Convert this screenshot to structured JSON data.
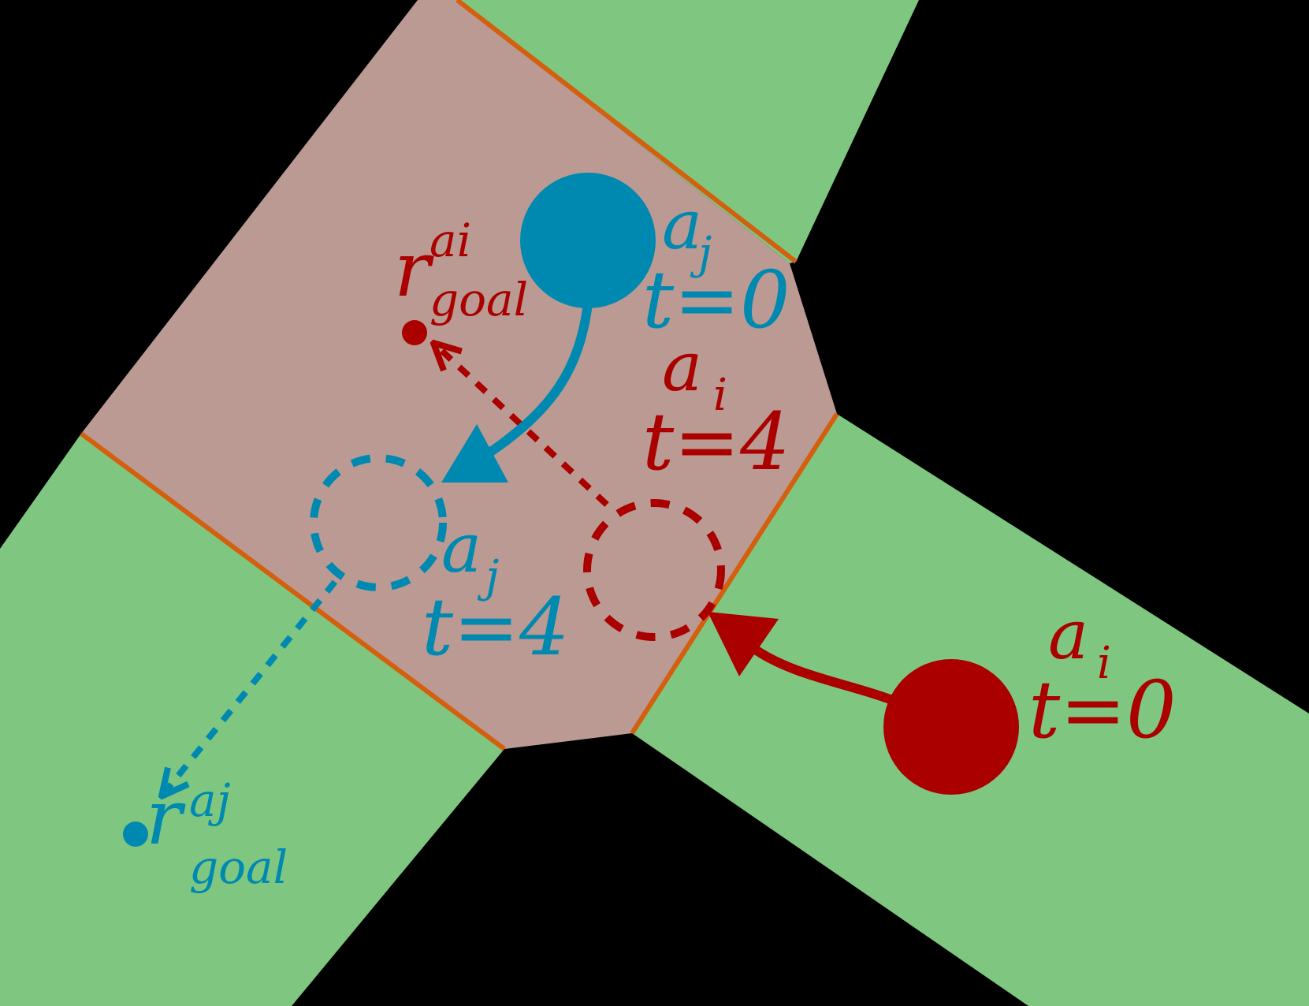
{
  "colors": {
    "background": "#000000",
    "corridor": "#7fc780",
    "junction": "#ba9a92",
    "boundary": "#d35f0f",
    "agent_j": "#0089b0",
    "agent_i": "#aa0000"
  },
  "agent_j": {
    "name": "a",
    "subscript": "j",
    "start_time_label": "t=0",
    "future_time_label": "t=4",
    "goal_symbol": "r",
    "goal_superscript": "aj",
    "goal_subscript": "goal"
  },
  "agent_i": {
    "name": "a",
    "subscript": "i",
    "start_time_label": "t=0",
    "future_time_label": "t=4",
    "goal_symbol": "r",
    "goal_superscript": "ai",
    "goal_subscript": "goal"
  }
}
